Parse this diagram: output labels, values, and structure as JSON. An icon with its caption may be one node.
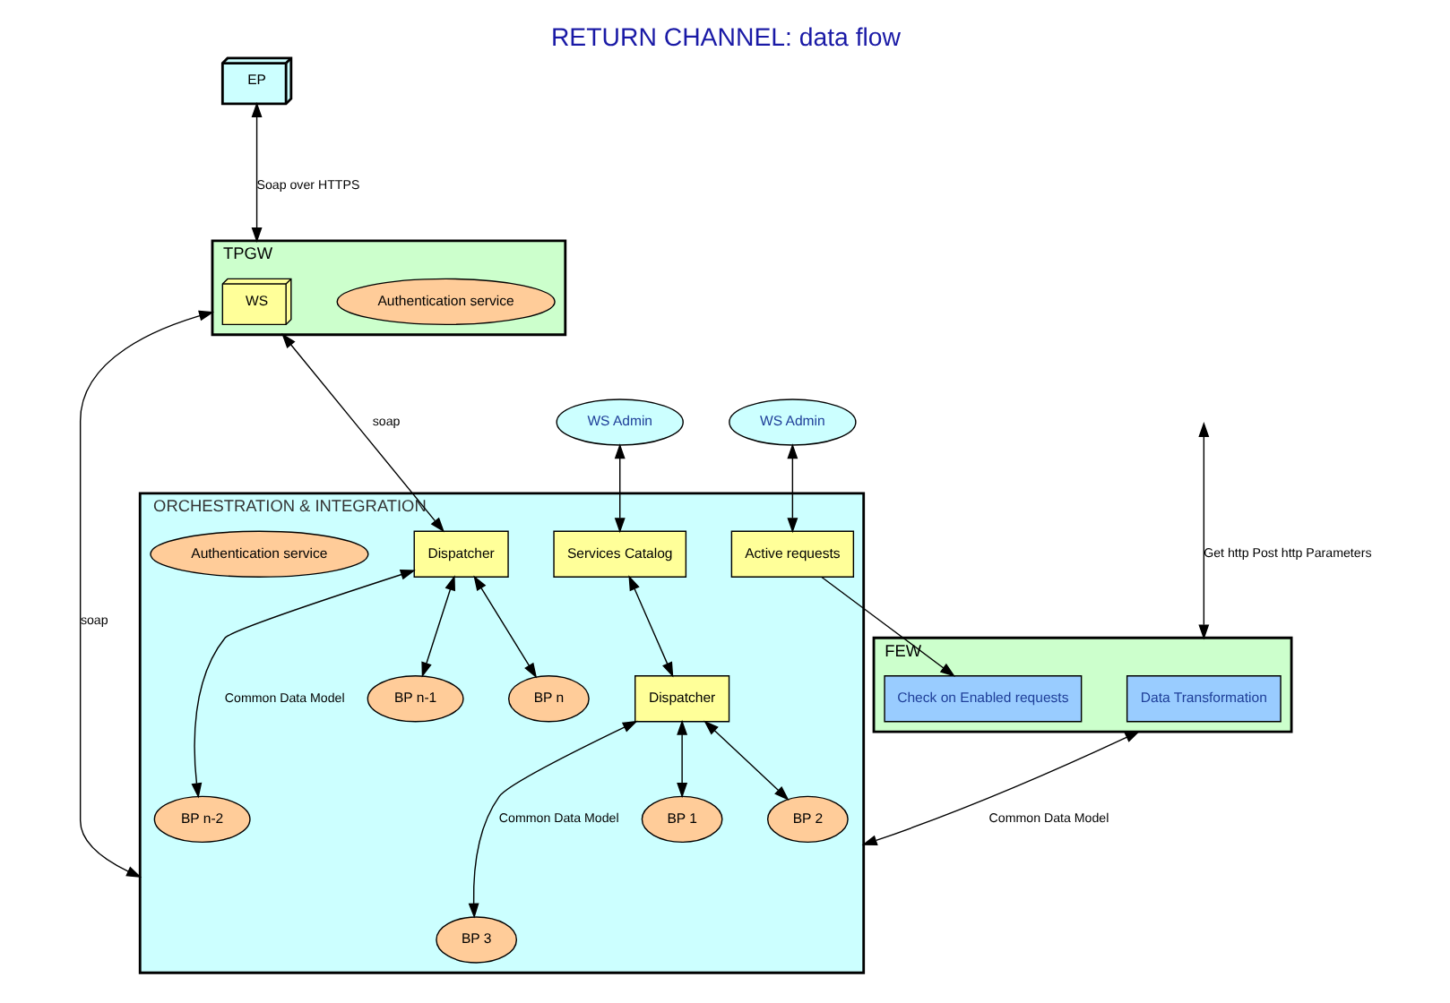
{
  "diagram": {
    "title": "RETURN CHANNEL: data flow",
    "nodes": [
      {
        "text": [
          "FEW"
        ]
      },
      {
        "text": [
          "Check on Enabled requests"
        ],
        "in": 0
      },
      {
        "text": [
          "Data Transformation"
        ],
        "in": 0
      },
      {
        "text": [
          "WS Admin"
        ]
      },
      {
        "text": [
          "WS Admin"
        ]
      },
      {
        "text": [
          "EP"
        ]
      },
      {
        "text": [
          "TPGW"
        ]
      },
      {
        "text": [
          "Authentication service"
        ],
        "in": 6
      },
      {
        "text": [
          "WS"
        ],
        "in": 6
      },
      {
        "text": [
          "ORCHESTRATION & INTEGRATION"
        ]
      },
      {
        "text": [
          "Active requests"
        ],
        "in": 9
      },
      {
        "text": [
          "Services Catalog"
        ],
        "in": 9
      },
      {
        "text": [
          "Dispatcher"
        ],
        "in": 9
      },
      {
        "text": [
          "BP 1"
        ],
        "in": 9
      },
      {
        "text": [
          "BP 2"
        ],
        "in": 9
      },
      {
        "text": [
          "BP 3"
        ],
        "in": 9
      },
      {
        "text": [
          "BP n-2"
        ],
        "in": 9
      },
      {
        "text": [
          "Dispatcher"
        ],
        "in": 9
      },
      {
        "text": [
          "BP n-1"
        ],
        "in": 9
      },
      {
        "text": [
          "BP n"
        ],
        "in": 9
      },
      {
        "text": [
          "Authentication service"
        ],
        "in": 9
      }
    ],
    "edges": [
      {
        "from": null,
        "to": 0,
        "arrow": "both",
        "label": "Get http Post http Parameters"
      },
      {
        "from": 0,
        "to": 9,
        "arrow": "both",
        "label": "Common Data Model"
      },
      {
        "from": 3,
        "to": 10,
        "arrow": "both"
      },
      {
        "from": 4,
        "to": 11,
        "arrow": "both"
      },
      {
        "from": 10,
        "to": 1,
        "arrow": "to"
      },
      {
        "from": 11,
        "to": 12,
        "arrow": "both"
      },
      {
        "from": 12,
        "to": 13,
        "arrow": "both"
      },
      {
        "from": 12,
        "to": 14,
        "arrow": "both"
      },
      {
        "from": 12,
        "to": 15,
        "arrow": "both",
        "label": "Common Data Model"
      },
      {
        "from": 5,
        "to": 6,
        "arrow": "both",
        "label": "Soap over HTTPS"
      },
      {
        "from": 6,
        "to": 9,
        "arrow": "both",
        "label": "soap"
      },
      {
        "from": 6,
        "to": 17,
        "arrow": "both",
        "label": "soap"
      },
      {
        "from": 17,
        "to": 16,
        "arrow": "both",
        "label": "Common Data Model"
      },
      {
        "from": 17,
        "to": 18,
        "arrow": "both"
      },
      {
        "from": 17,
        "to": 19,
        "arrow": "both"
      }
    ]
  }
}
